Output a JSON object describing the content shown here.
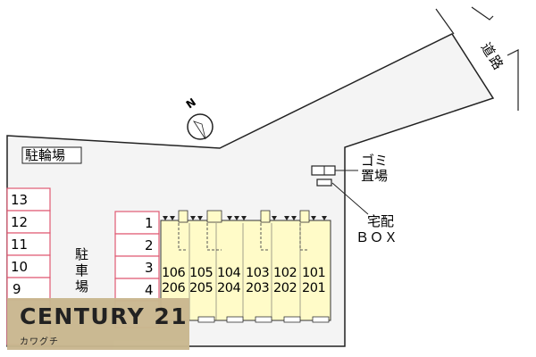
{
  "map": {
    "road_label_chars": [
      "道",
      "路"
    ],
    "bicycle_parking_label": "駐輪場",
    "car_parking_label_chars": [
      "駐",
      "車",
      "場"
    ],
    "garbage_label_lines": [
      "ゴミ",
      "置場"
    ],
    "delivery_box_label_lines": [
      "宅配",
      "ＢＯＸ"
    ],
    "compass_label": "N",
    "parking_left_numbers": [
      "13",
      "12",
      "11",
      "10",
      "9"
    ],
    "parking_right_numbers": [
      "1",
      "2",
      "3",
      "4"
    ],
    "units_upper": [
      "106",
      "105",
      "104",
      "103",
      "102",
      "101"
    ],
    "units_lower": [
      "206",
      "205",
      "204",
      "203",
      "202",
      "201"
    ]
  },
  "logo": {
    "brand": "CENTURY 21",
    "subtitle": "カワグチ"
  },
  "colors": {
    "parking_stroke": "#e05a73",
    "building_fill": "#fffbc8",
    "outline": "#222222",
    "logo_bg": "#c9b78f"
  }
}
